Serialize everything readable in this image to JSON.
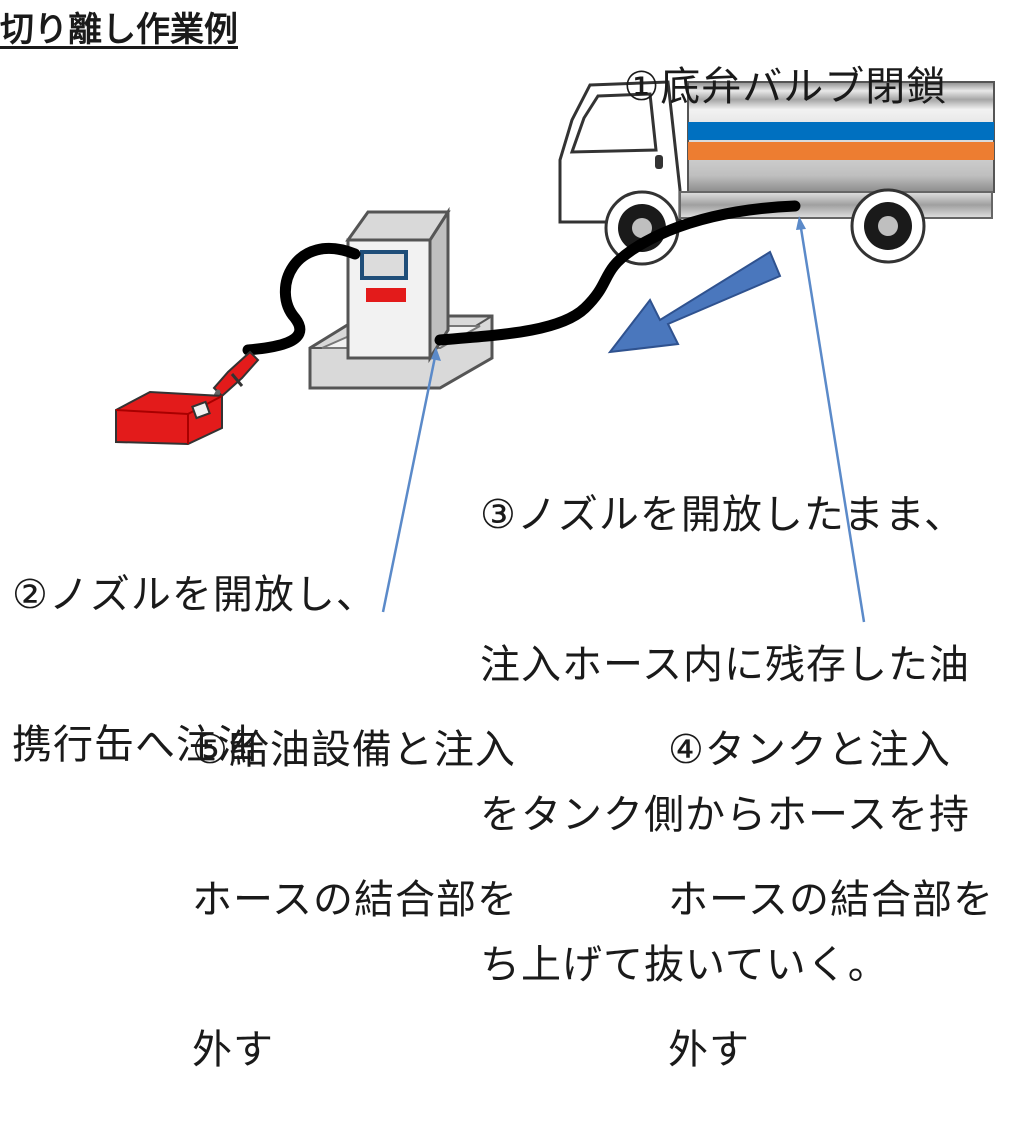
{
  "title": "切り離し作業例",
  "steps": {
    "step1": "①底弁バルブ閉鎖",
    "step2": [
      "②ノズルを開放し、",
      "携行缶へ注油"
    ],
    "step3": [
      "③ノズルを開放したまま、",
      "注入ホース内に残存した油",
      "をタンク側からホースを持",
      "ち上げて抜いていく。"
    ],
    "step4": [
      "④タンクと注入",
      "ホースの結合部を",
      "外す"
    ],
    "step5": [
      "⑤給油設備と注入",
      "ホースの結合部を",
      "外す"
    ]
  },
  "colors": {
    "arrow": "#4a77bd",
    "arrow_edge": "#2f528f",
    "hose": "#000000",
    "can": "#e31b1b",
    "stripe_blue": "#0070c0",
    "stripe_orange": "#ed7d31"
  }
}
